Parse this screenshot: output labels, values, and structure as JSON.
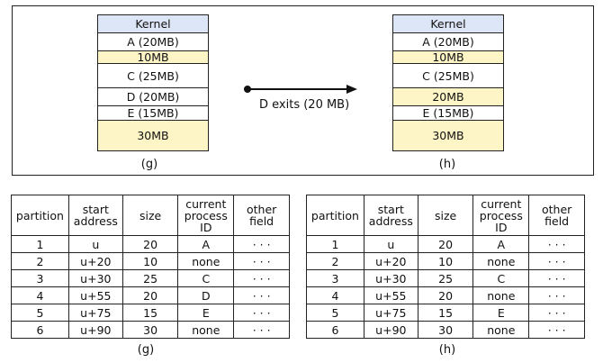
{
  "diagram": {
    "memory_g": [
      "Kernel",
      "A (20MB)",
      "10MB",
      "C (25MB)",
      "D (20MB)",
      "E (15MB)",
      "30MB"
    ],
    "memory_h": [
      "Kernel",
      "A (20MB)",
      "10MB",
      "C (25MB)",
      "20MB",
      "E (15MB)",
      "30MB"
    ],
    "caption_g": "(g)",
    "caption_h": "(h)",
    "arrow_label": "D exits (20 MB)"
  },
  "tables": {
    "headers": [
      {
        "l1": "partition",
        "l2": "",
        "l3": ""
      },
      {
        "l1": "start",
        "l2": "address",
        "l3": ""
      },
      {
        "l1": "size",
        "l2": "",
        "l3": ""
      },
      {
        "l1": "current",
        "l2": "process",
        "l3": "ID"
      },
      {
        "l1": "other",
        "l2": "field",
        "l3": ""
      }
    ],
    "g": {
      "caption": "(g)",
      "rows": [
        [
          "1",
          "u",
          "20",
          "A",
          "· · ·"
        ],
        [
          "2",
          "u+20",
          "10",
          "none",
          "· · ·"
        ],
        [
          "3",
          "u+30",
          "25",
          "C",
          "· · ·"
        ],
        [
          "4",
          "u+55",
          "20",
          "D",
          "· · ·"
        ],
        [
          "5",
          "u+75",
          "15",
          "E",
          "· · ·"
        ],
        [
          "6",
          "u+90",
          "30",
          "none",
          "· · ·"
        ]
      ]
    },
    "h": {
      "caption": "(h)",
      "rows": [
        [
          "1",
          "u",
          "20",
          "A",
          "· · ·"
        ],
        [
          "2",
          "u+20",
          "10",
          "none",
          "· · ·"
        ],
        [
          "3",
          "u+30",
          "25",
          "C",
          "· · ·"
        ],
        [
          "4",
          "u+55",
          "20",
          "none",
          "· · ·"
        ],
        [
          "5",
          "u+75",
          "15",
          "E",
          "· · ·"
        ],
        [
          "6",
          "u+90",
          "30",
          "none",
          "· · ·"
        ]
      ]
    }
  },
  "colors": {
    "kernel": "#dde6f6",
    "free": "#fdf5c6",
    "used": "#ffffff"
  }
}
